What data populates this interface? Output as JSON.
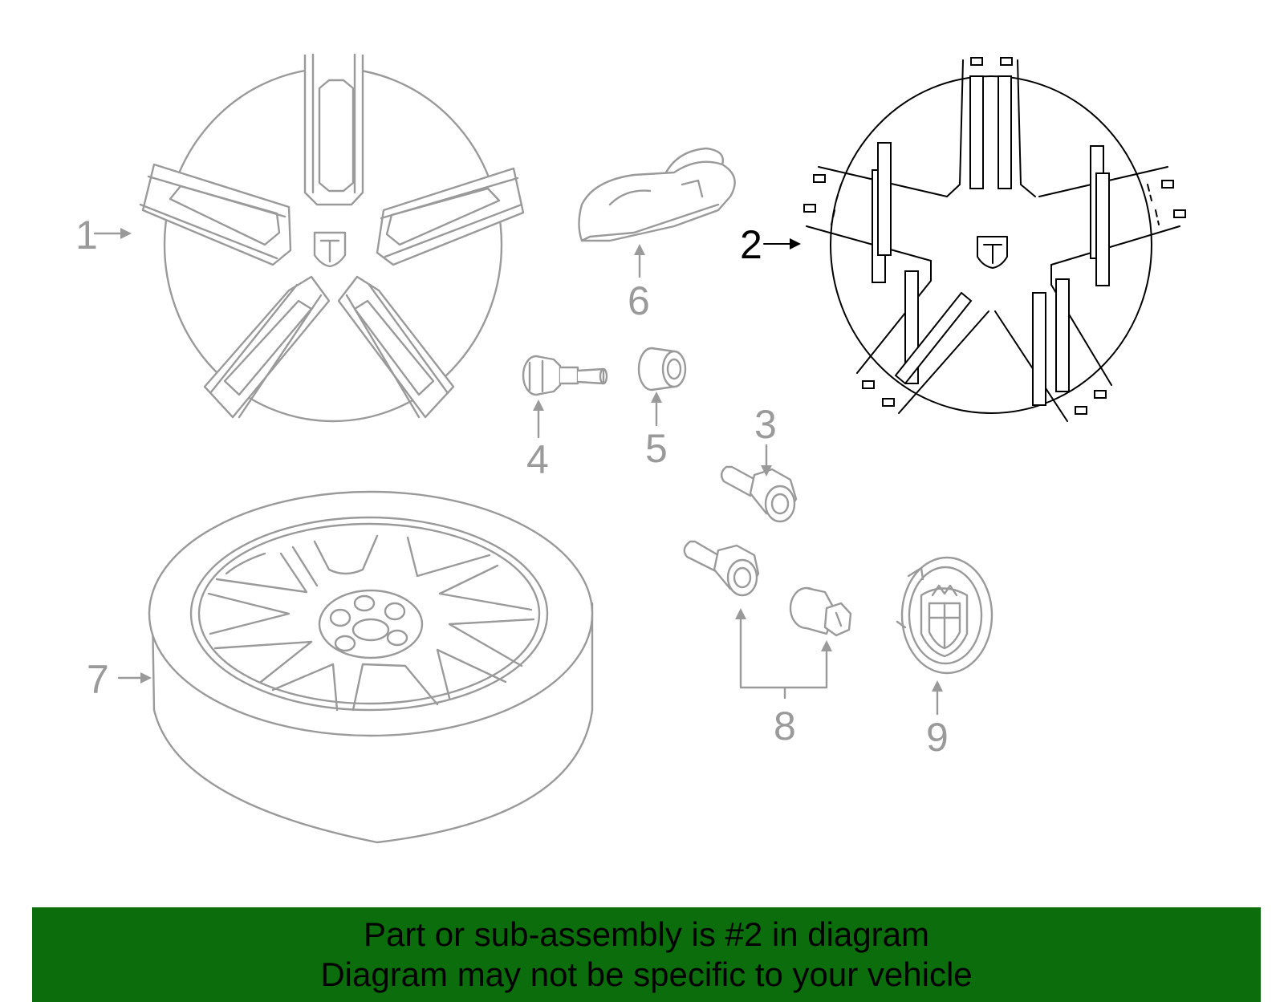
{
  "callouts": {
    "c1": "1",
    "c2": "2",
    "c3": "3",
    "c4": "4",
    "c5": "5",
    "c6": "6",
    "c7": "7",
    "c8": "8",
    "c9": "9"
  },
  "highlighted_part": "2",
  "banner": {
    "line1": "Part or sub-assembly is #2 in diagram",
    "line2": "Diagram may not be specific to your vehicle",
    "background_color": "#0c6d0c"
  },
  "colors": {
    "part_lines": "#9a9a9a",
    "highlight_lines": "#000000"
  }
}
